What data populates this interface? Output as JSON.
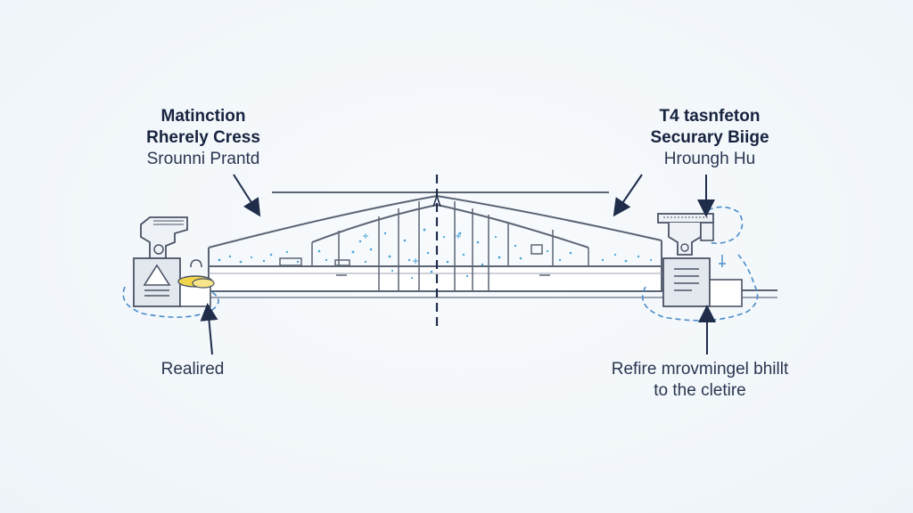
{
  "labels": {
    "top_left": {
      "line1": "Matinction",
      "line2": "Rherely Cress",
      "line3": "Srounni Prantd"
    },
    "top_right": {
      "line1": "T4 tasnfeton",
      "line2": "Securary Biige",
      "line3": "Hroungh Hu"
    },
    "bottom_left": {
      "line1": "Realired"
    },
    "bottom_right": {
      "line1": "Refire mrovmingel bhillt",
      "line2": "to the cletire"
    }
  },
  "colors": {
    "line": "#5b6475",
    "dark_line": "#1f2c4a",
    "accent_blue": "#4aa3d9",
    "accent_yellow": "#f1d64b",
    "fill_box": "#e3e7ee"
  },
  "icons": {
    "left_machine": "crane-machine-icon",
    "left_sign": "warning-triangle-icon",
    "left_bucket": "paint-bucket-icon",
    "right_machine": "crane-machine-icon",
    "right_document": "document-icon"
  }
}
